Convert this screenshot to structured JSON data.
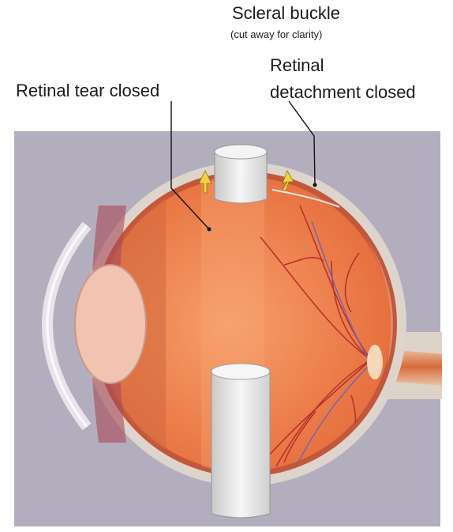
{
  "labels": {
    "scleral_buckle": "Scleral buckle",
    "scleral_buckle_note": "(cut away for clarity)",
    "retinal_tear": "Retinal tear closed",
    "retinal_detachment_line1": "Retinal",
    "retinal_detachment_line2": "detachment closed"
  },
  "colors": {
    "background_panel": "#b3aebd",
    "sclera": "#ddd4cc",
    "vitreous": "#f08a54",
    "choroid": "#c2573a",
    "retina_vessel": "#b8322b",
    "buckle": "#e9e9e9",
    "arrow": "#f2d23c"
  }
}
